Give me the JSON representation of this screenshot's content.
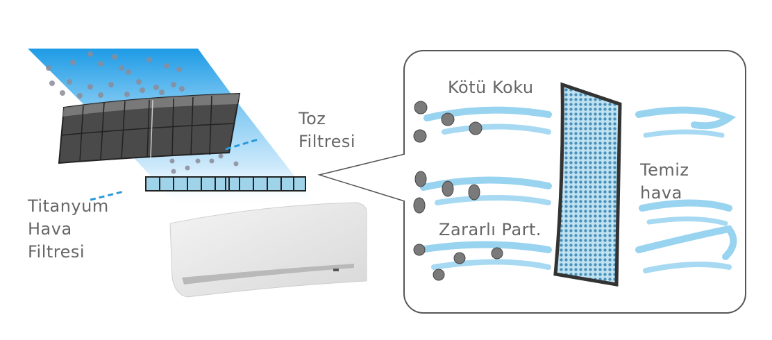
{
  "labels": {
    "dust_filter": [
      "Toz",
      "Filtresi"
    ],
    "titanium_filter": [
      "Titanyum",
      "Hava",
      "Filtresi"
    ],
    "bad_odor": "Kötü Koku",
    "harmful_particles": "Zararlı Part.",
    "clean_air": [
      "Temiz",
      "hava"
    ]
  },
  "colors": {
    "air_blue": "#2aa3e6",
    "swoosh_blue": "#5cb8e8",
    "text_gray": "#666666",
    "filter_dark": "#3a3a3a"
  }
}
